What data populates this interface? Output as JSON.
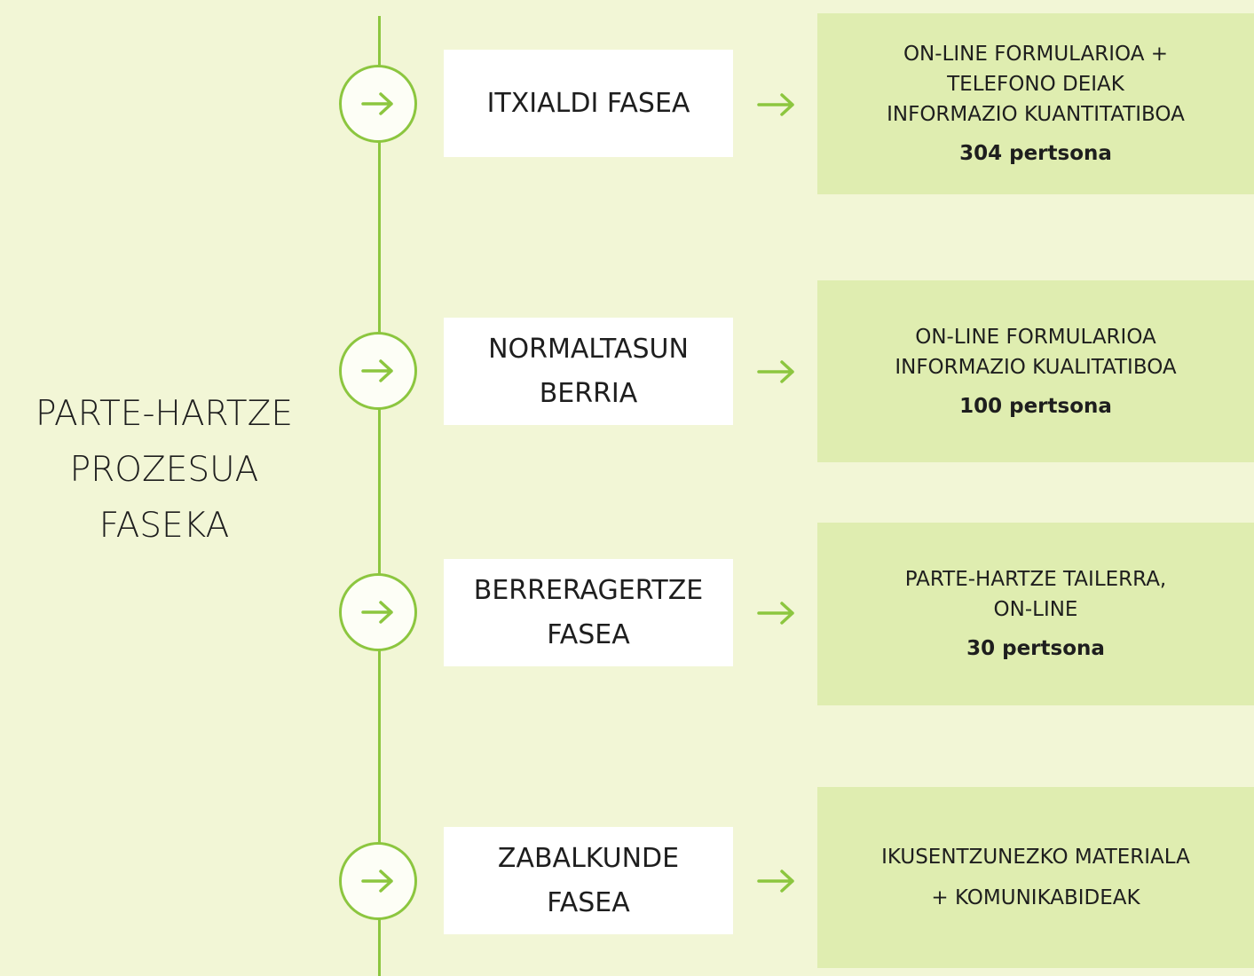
{
  "title_lines": [
    "PARTE-HARTZE",
    "PROZESUA",
    "FASEKA"
  ],
  "colors": {
    "background": "#f2f6d6",
    "accent": "#8cc63f",
    "phase_box": "#ffffff",
    "result_box": "#dfedb0",
    "text": "#1e1e1e"
  },
  "icons": {
    "circle_arrow": "right-arrow-icon",
    "connector_arrow": "right-arrow-icon"
  },
  "phases": [
    {
      "phase_lines": [
        "ITXIALDI FASEA"
      ],
      "result_lines": [
        "ON-LINE FORMULARIOA +",
        "TELEFONO DEIAK",
        "INFORMAZIO KUANTITATIBOA"
      ],
      "count": "304 pertsona"
    },
    {
      "phase_lines": [
        "NORMALTASUN",
        "BERRIA"
      ],
      "result_lines": [
        "ON-LINE FORMULARIOA",
        "INFORMAZIO KUALITATIBOA"
      ],
      "count": "100 pertsona"
    },
    {
      "phase_lines": [
        "BERRERAGERTZE",
        "FASEA"
      ],
      "result_lines": [
        "PARTE-HARTZE TAILERRA,",
        "ON-LINE"
      ],
      "count": "30 pertsona"
    },
    {
      "phase_lines": [
        "ZABALKUNDE",
        "FASEA"
      ],
      "result_lines": [
        "IKUSENTZUNEZKO MATERIALA",
        "+ KOMUNIKABIDEAK"
      ]
    }
  ]
}
